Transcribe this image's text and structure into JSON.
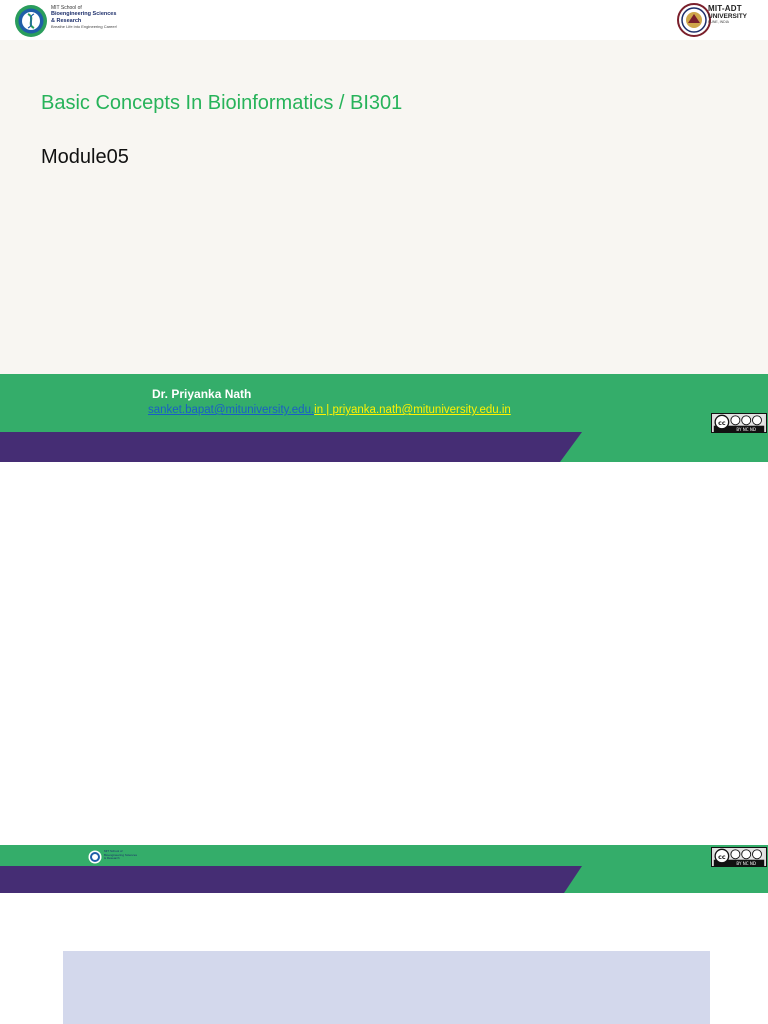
{
  "header": {
    "left_logo": {
      "line1": "MIT School of",
      "line2": "Bioengineering Sciences",
      "line3": "& Research",
      "tagline": "Breathe Life into Engineering Career!"
    },
    "right_logo": {
      "name": "MIT-ADT",
      "sub": "UNIVERSITY",
      "place": "PUNE, INDIA"
    }
  },
  "slide": {
    "course_title": "Basic Concepts In Bioinformatics / BI301",
    "module": "Module05"
  },
  "footer": {
    "presenter": "Dr. Priyanka Nath",
    "email1": "sanket.bapat@mituniversity.edu.",
    "separator": "in   |   ",
    "email2": "priyanka.nath@mituniversity.edu.in",
    "license": "BY NC ND"
  },
  "colors": {
    "green": "#34ad6a",
    "purple": "#452d74",
    "title_green": "#27b35a",
    "bottom_box": "#d3d8ec"
  }
}
